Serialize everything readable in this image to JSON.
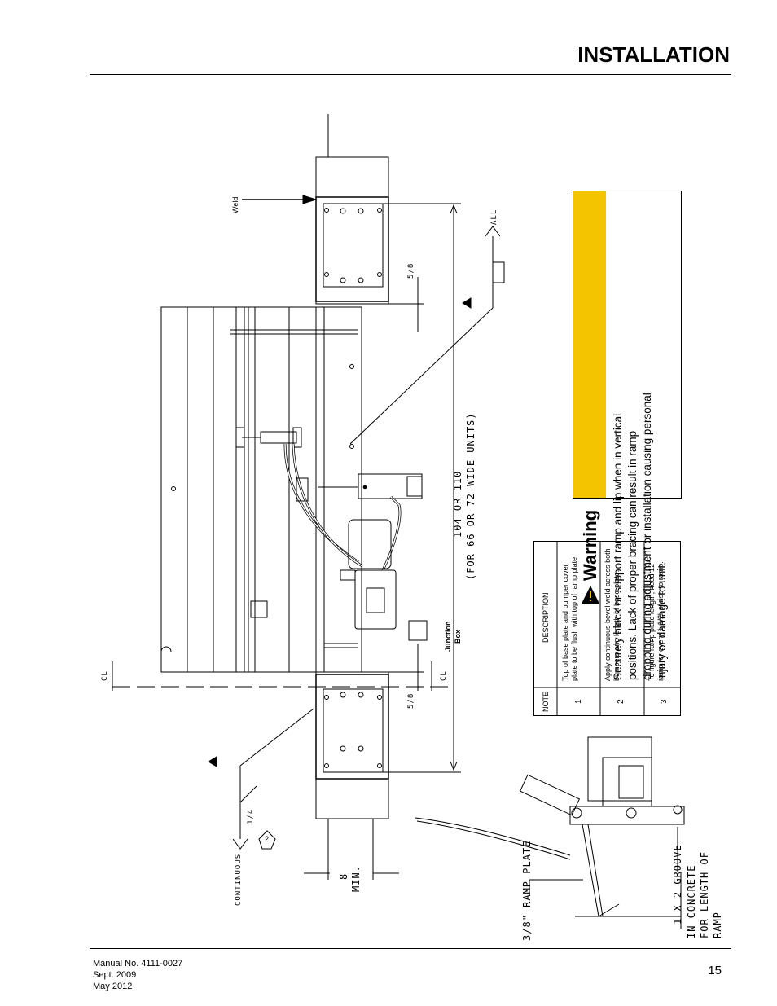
{
  "header": {
    "title": "INSTALLATION"
  },
  "warning": {
    "title": "Warning",
    "text": "Securely block or support ramp and lip when in vertical positions. Lack of proper bracing can result in ramp dropping during adjustment or installation causing personal injury or damage to unit."
  },
  "notes_table": {
    "headers": [
      "NOTE",
      "DESCRIPTION"
    ],
    "rows": [
      {
        "note": "1",
        "description": "Top of base plate and bumper cover plate to be flush with top of ramp plate."
      },
      {
        "note": "2",
        "description": "Apply continuous bevel weld across both bumpers and length of base plate."
      },
      {
        "note": "3",
        "description": "To figure ramp plate length, need 12\" ramp for every 1-1/2\" of rise to ramp."
      }
    ]
  },
  "drawing_labels": {
    "weld": "Weld",
    "junction_box_1": "Junction",
    "junction_box_2": "Box",
    "dim_width": "104 OR 110",
    "dim_width_note": "(FOR 66 OR 72 WIDE UNITS)",
    "dim_top": "5/8",
    "dim_bottom": "5/8",
    "all": "ALL",
    "continuous": "CONTINUOUS",
    "fraction": "1/4",
    "note_ref": "2",
    "min_8": "8",
    "min_label": "MIN.",
    "ramp_plate": "3/8\" RAMP PLATE",
    "groove_1": "1 X 2 GROOVE",
    "groove_2": "IN CONCRETE",
    "groove_3": "FOR LENGTH OF",
    "groove_4": "RAMP",
    "cl_1": "CL",
    "cl_2": "CL"
  },
  "footer": {
    "manual": "Manual No. 4111-0027",
    "date1": "Sept. 2009",
    "date2": "May 2012",
    "page": "15"
  }
}
